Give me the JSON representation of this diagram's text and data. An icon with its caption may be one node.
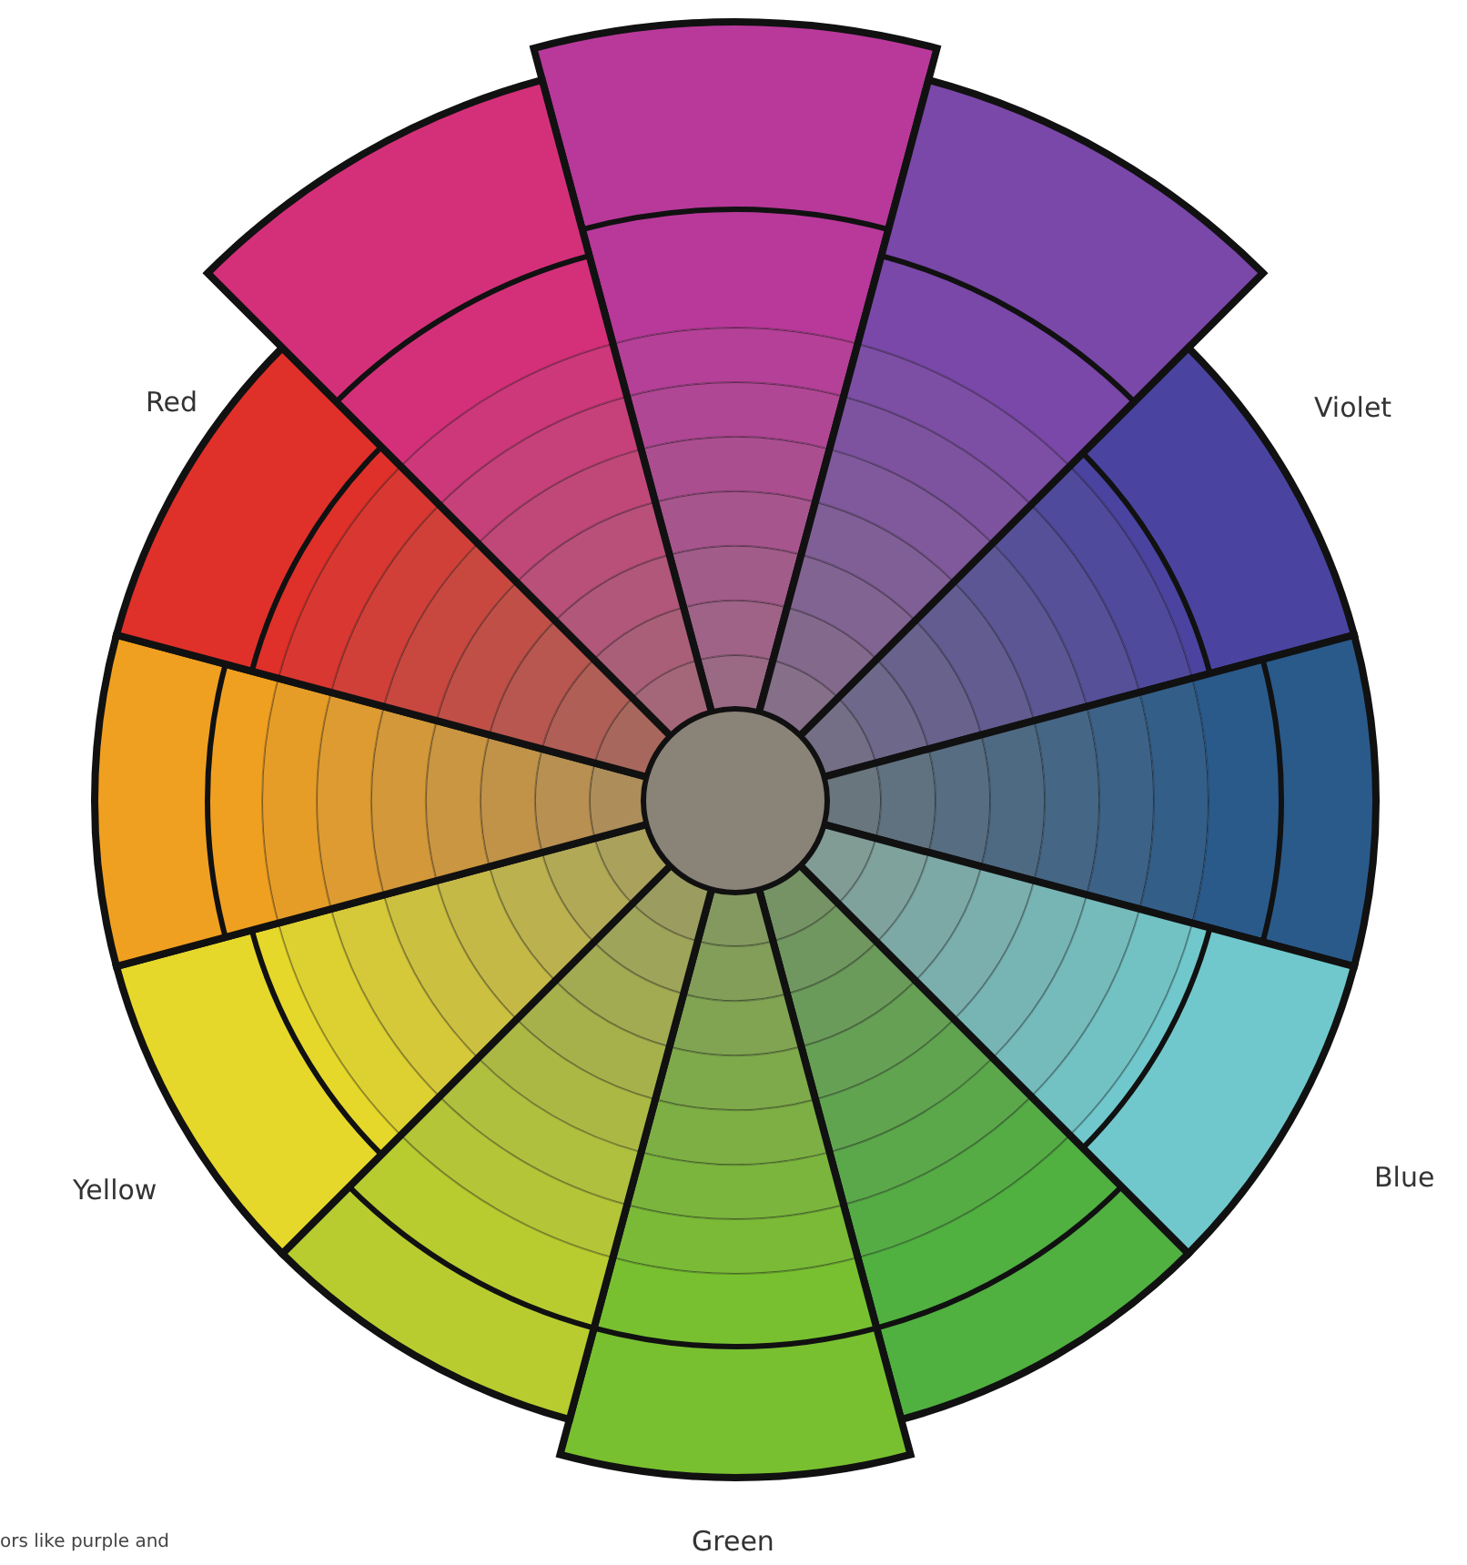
{
  "diagram": {
    "labels": [
      "Red",
      "Violet",
      "Yellow",
      "Blue",
      "Green",
      "ors like purple and"
    ]
  }
}
